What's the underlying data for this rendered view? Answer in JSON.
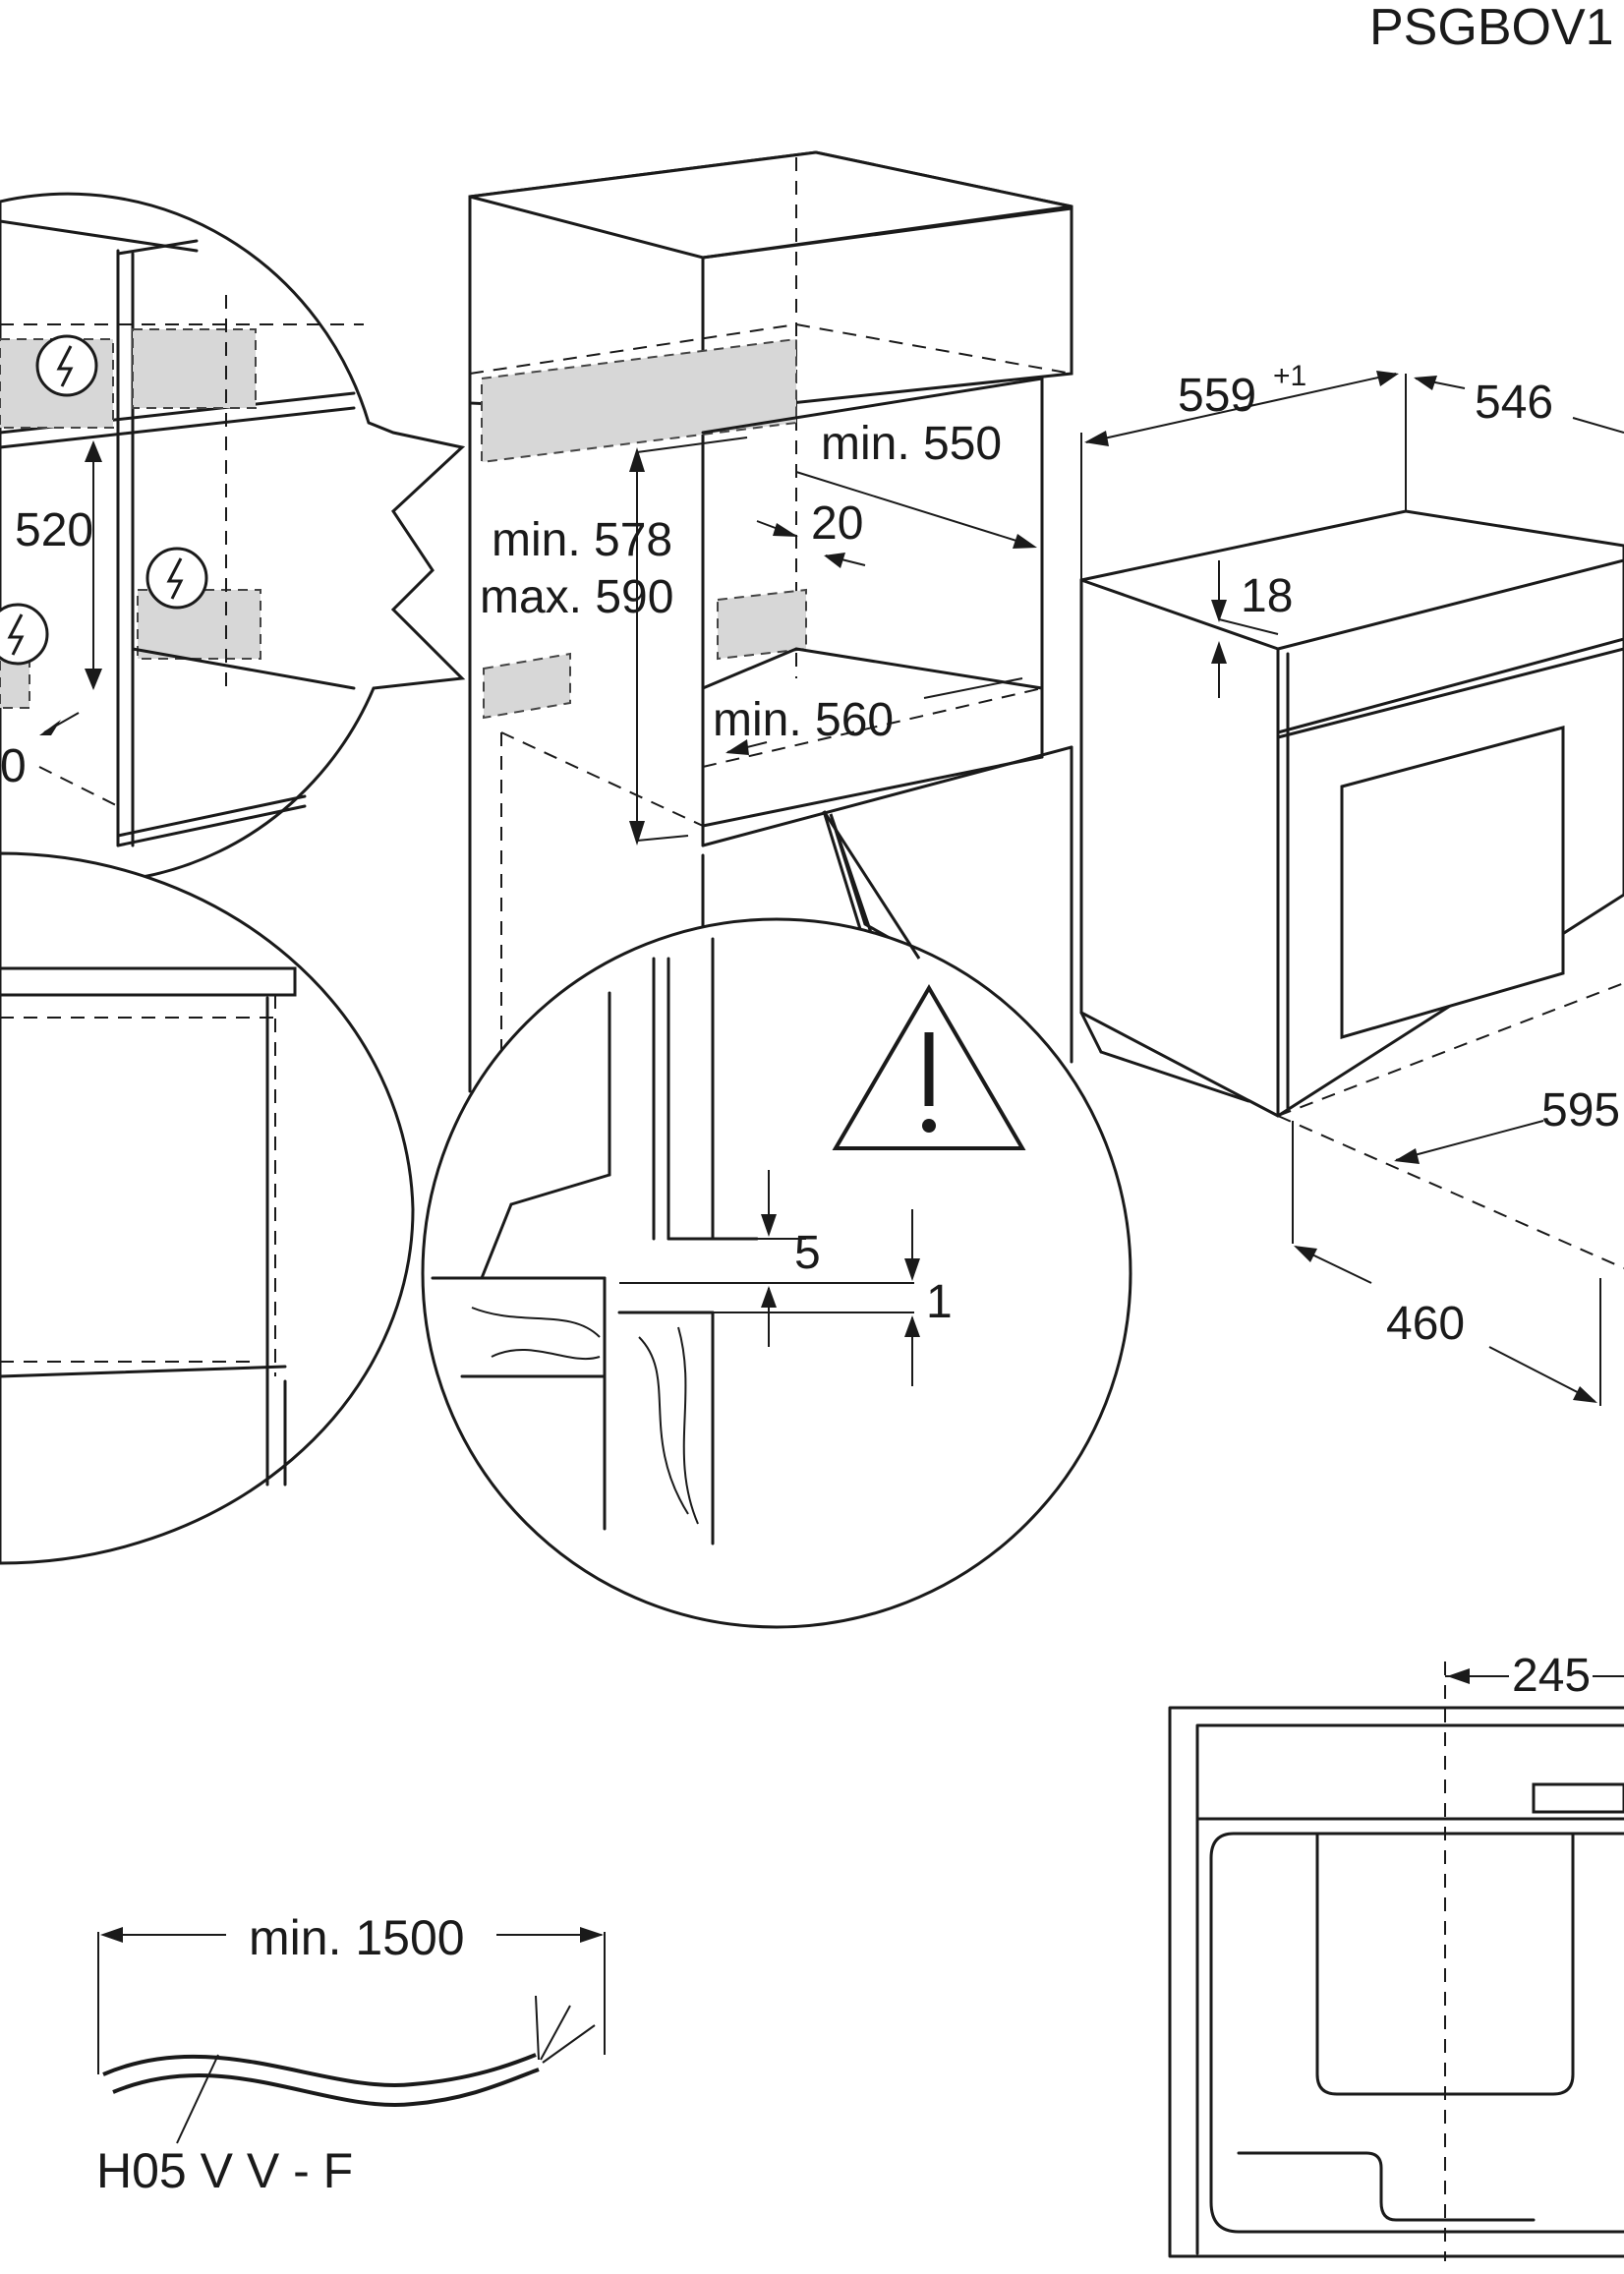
{
  "header": {
    "model_code": "PSGBOV1"
  },
  "dimensions": {
    "cabinet_min_width": "min. 550",
    "cabinet_min_height": "min. 578",
    "cabinet_max_height": "max. 590",
    "cabinet_min_depth": "min. 560",
    "vent_gap": "20",
    "inset_height": "520",
    "inset_partial": "0",
    "oven_width": "559",
    "oven_width_tolerance": "+1",
    "oven_depth": "546",
    "panel_thickness": "18",
    "front_width": "595",
    "bottom_depth": "460",
    "detail_gap_a": "5",
    "detail_gap_b": "1",
    "rear_offset": "245"
  },
  "cable": {
    "length_label": "min. 1500",
    "type_label": "H05 V V - F"
  },
  "icons": [
    "electric-hazard-icon",
    "warning-triangle-icon"
  ]
}
